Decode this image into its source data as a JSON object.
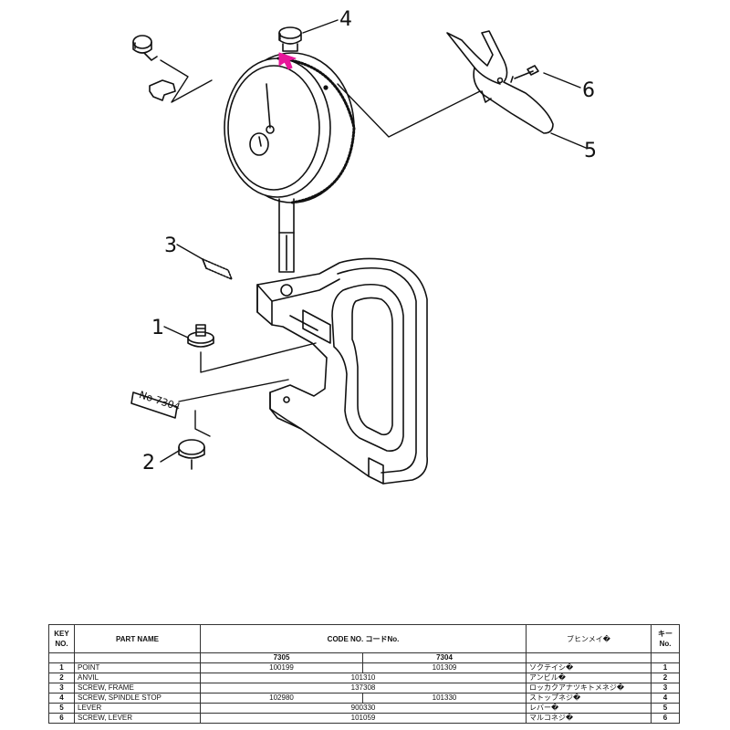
{
  "diagram": {
    "nameplate": "No 7304",
    "callouts": [
      "1",
      "2",
      "3",
      "4",
      "5",
      "6"
    ],
    "highlight_color": "#e8179a"
  },
  "table": {
    "headers": {
      "key": "KEY NO.",
      "part_name": "PART NAME",
      "code_no": "CODE NO.  コードNo.",
      "japanese": "ブヒンメイ�",
      "key_jp": "キー No."
    },
    "models": [
      "7305",
      "7304"
    ],
    "rows": [
      {
        "key": "1",
        "name": "POINT",
        "code_7305": "100199",
        "code_7304": "101309",
        "jp": "ソクテイシ�",
        "key2": "1"
      },
      {
        "key": "2",
        "name": "ANVIL",
        "code_common": "101310",
        "jp": "アンビル�",
        "key2": "2"
      },
      {
        "key": "3",
        "name": "SCREW, FRAME",
        "code_common": "137308",
        "jp": "ロッカクアナツキトメネジ�",
        "key2": "3"
      },
      {
        "key": "4",
        "name": "SCREW, SPINDLE STOP",
        "code_7305": "102980",
        "code_7304": "101330",
        "jp": "ストップネジ�",
        "key2": "4"
      },
      {
        "key": "5",
        "name": "LEVER",
        "code_common": "900330",
        "jp": "レバー�",
        "key2": "5"
      },
      {
        "key": "6",
        "name": "SCREW, LEVER",
        "code_common": "101059",
        "jp": "マルコネジ�",
        "key2": "6"
      }
    ]
  }
}
